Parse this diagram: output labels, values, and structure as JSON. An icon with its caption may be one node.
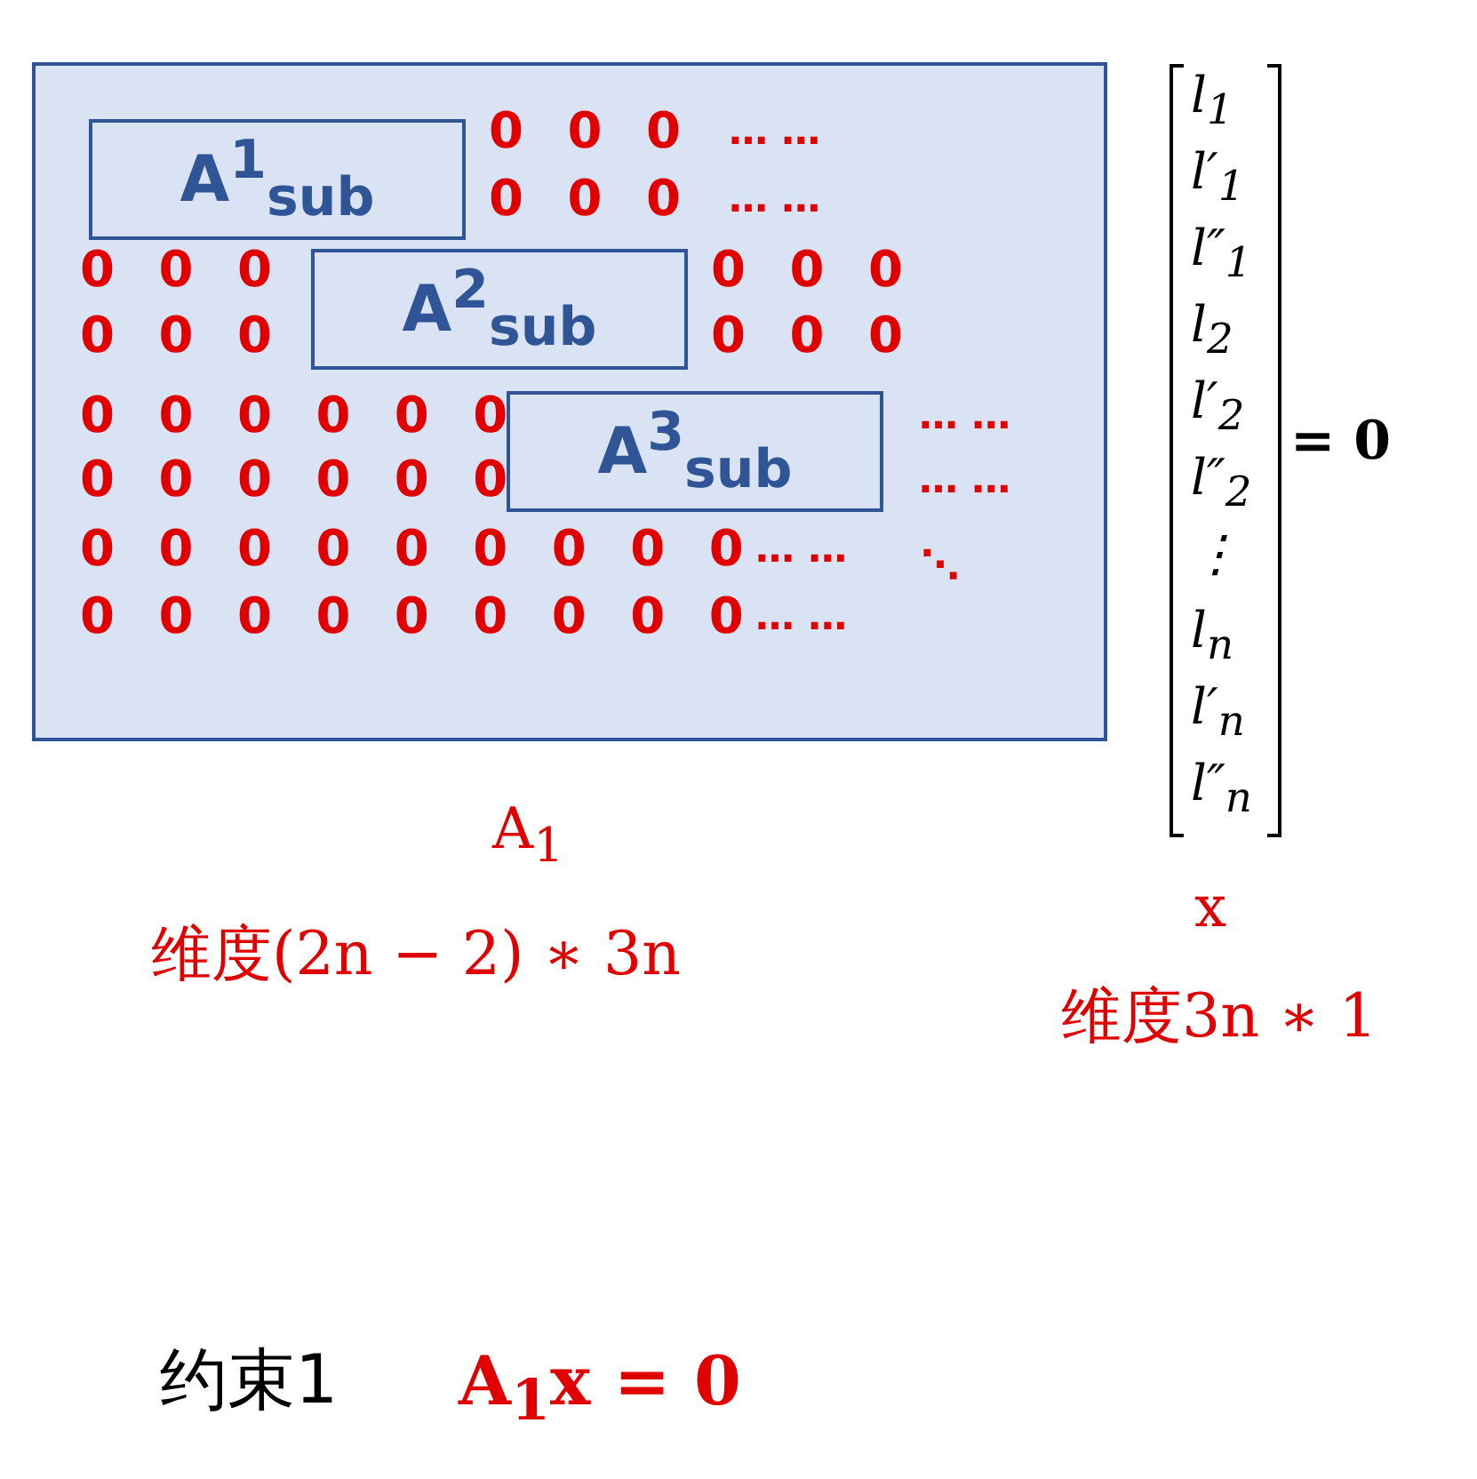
{
  "diagram": {
    "nodes": [
      {
        "text": [],
        "shape": "box"
      },
      {
        "text": [
          "A$^{1}$$_{sub}$"
        ],
        "in": 0
      },
      {
        "text": [
          "A$^{2}$$_{sub}$"
        ],
        "in": 0
      },
      {
        "text": [
          "A$^{3}$$_{sub}$"
        ],
        "in": 0
      }
    ],
    "edges": [],
    "labels": [
      "0 0 0",
      "… …",
      "0 0 0",
      "… …",
      "0 0 0",
      "0 0 0",
      "0 0 0",
      "0 0 0",
      "0 0 0 0 0 0",
      "… …",
      "0 0 0 0 0 0",
      "… …",
      "0 0 0 0 0 0 0 0 0",
      "… …",
      "⋱",
      "0 0 0 0 0 0 0 0 0",
      "… …",
      "l$_{1}$",
      "l′$_{1}$",
      "l″$_{1}$",
      "l$_{2}$",
      "l′$_{2}$",
      "l″$_{2}$",
      "⋮",
      "l$_{n}$",
      "l′$_{n}$",
      "l″$_{n}$",
      "= 0",
      "A$_{1}$",
      "维度(2n − 2) ∗ 3n",
      "x",
      "维度3n ∗ 1",
      "约束1",
      "A$_{1}$x = 0"
    ]
  }
}
